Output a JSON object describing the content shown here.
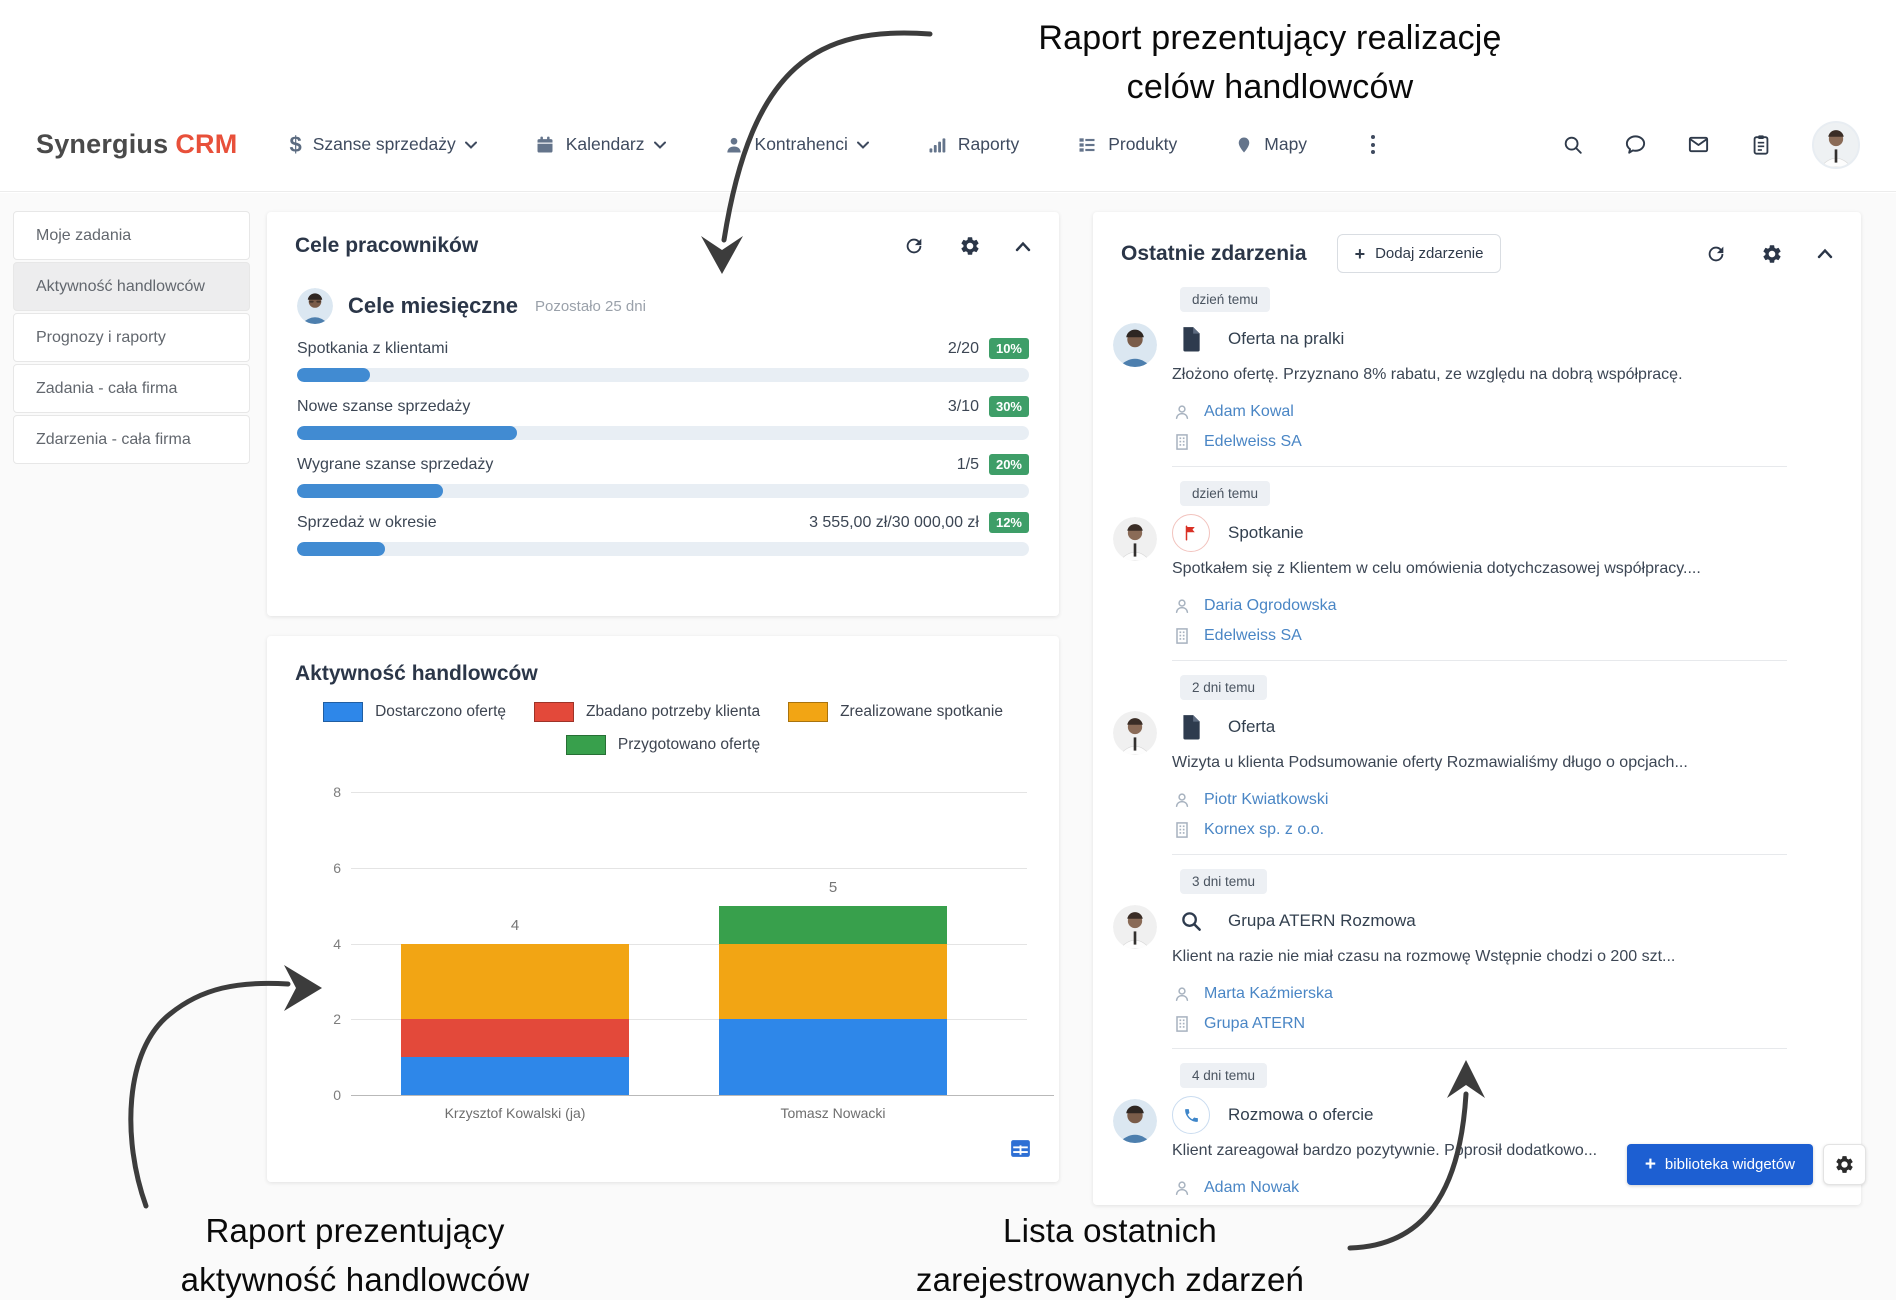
{
  "annotations": {
    "top_line1": "Raport prezentujący realizację",
    "top_line2": "celów handlowców",
    "bottom_left_line1": "Raport prezentujący",
    "bottom_left_line2": "aktywność handlowców",
    "bottom_right_line1": "Lista ostatnich",
    "bottom_right_line2": "zarejestrowanych zdarzeń"
  },
  "nav": {
    "logo_primary": "Synergius",
    "logo_accent": "CRM",
    "items": [
      {
        "label": "Szanse sprzedaży",
        "icon": "dollar-icon",
        "has_chevron": true
      },
      {
        "label": "Kalendarz",
        "icon": "calendar-icon",
        "has_chevron": true
      },
      {
        "label": "Kontrahenci",
        "icon": "person-icon",
        "has_chevron": true
      },
      {
        "label": "Raporty",
        "icon": "bar-chart-icon",
        "has_chevron": false
      },
      {
        "label": "Produkty",
        "icon": "list-icon",
        "has_chevron": false
      },
      {
        "label": "Mapy",
        "icon": "map-pin-icon",
        "has_chevron": false
      }
    ]
  },
  "sidebar": {
    "items": [
      {
        "label": "Moje zadania",
        "active": false
      },
      {
        "label": "Aktywność handlowców",
        "active": true
      },
      {
        "label": "Prognozy i raporty",
        "active": false
      },
      {
        "label": "Zadania - cała firma",
        "active": false
      },
      {
        "label": "Zdarzenia - cała firma",
        "active": false
      }
    ]
  },
  "goals_panel": {
    "title": "Cele pracowników",
    "section_title": "Cele miesięczne",
    "remaining": "Pozostało 25 dni",
    "goals": [
      {
        "label": "Spotkania z klientami",
        "value": "2/20",
        "percent_label": "10%",
        "percent": 10
      },
      {
        "label": "Nowe szanse sprzedaży",
        "value": "3/10",
        "percent_label": "30%",
        "percent": 30
      },
      {
        "label": "Wygrane szanse sprzedaży",
        "value": "1/5",
        "percent_label": "20%",
        "percent": 20
      },
      {
        "label": "Sprzedaż w okresie",
        "value": "3 555,00 zł/30 000,00 zł",
        "percent_label": "12%",
        "percent": 12
      }
    ]
  },
  "chart_data": {
    "type": "bar",
    "stacked": true,
    "title": "Aktywność handlowców",
    "categories": [
      "Krzysztof Kowalski (ja)",
      "Tomasz Nowacki"
    ],
    "series": [
      {
        "name": "Dostarczono ofertę",
        "color": "#2e87e9",
        "values": [
          1,
          2
        ]
      },
      {
        "name": "Zbadano potrzeby klienta",
        "color": "#e3493a",
        "values": [
          1,
          0
        ]
      },
      {
        "name": "Zrealizowane spotkanie",
        "color": "#f2a514",
        "values": [
          2,
          2
        ]
      },
      {
        "name": "Przygotowano ofertę",
        "color": "#38a04c",
        "values": [
          0,
          1
        ]
      }
    ],
    "totals": [
      4,
      5
    ],
    "yticks": [
      0,
      2,
      4,
      6,
      8
    ],
    "ylim": [
      0,
      8
    ],
    "grid": true,
    "legend_position": "top"
  },
  "events_panel": {
    "title": "Ostatnie zdarzenia",
    "add_button_label": "Dodaj zdarzenie",
    "events": [
      {
        "time": "dzień temu",
        "icon": "document-icon",
        "title": "Oferta na pralki",
        "description": "Złożono ofertę. Przyznano 8% rabatu, ze względu na dobrą współpracę.",
        "person": "Adam Kowal",
        "company": "Edelweiss SA"
      },
      {
        "time": "dzień temu",
        "icon": "flag-icon",
        "title": "Spotkanie",
        "description": "Spotkałem się z Klientem w celu omówienia dotychczasowej współpracy....",
        "person": "Daria Ogrodowska",
        "company": "Edelweiss SA"
      },
      {
        "time": "2 dni temu",
        "icon": "document-icon",
        "title": "Oferta",
        "description": "Wizyta u klienta Podsumowanie oferty Rozmawialiśmy długo o opcjach...",
        "person": "Piotr Kwiatkowski",
        "company": "Kornex sp. z o.o."
      },
      {
        "time": "3 dni temu",
        "icon": "search-icon",
        "title": "Grupa ATERN Rozmowa",
        "description": "Klient na razie nie miał czasu na rozmowę Wstępnie chodzi o 200 szt...",
        "person": "Marta Kaźmierska",
        "company": "Grupa ATERN"
      },
      {
        "time": "4 dni temu",
        "icon": "phone-icon",
        "title": "Rozmowa o ofercie",
        "description": "Klient zareagował bardzo pozytywnie. Poprosił dodatkowo...",
        "person": "Adam Nowak",
        "company": null
      }
    ]
  },
  "widget_toolbar": {
    "library_button_label": "biblioteka widgetów"
  },
  "colors": {
    "logo_accent": "#e8503a",
    "badge_green": "#3e9e68",
    "progress_blue": "#418bd2",
    "link_blue": "#4a86c5",
    "widget_button_blue": "#1d5fd2"
  }
}
